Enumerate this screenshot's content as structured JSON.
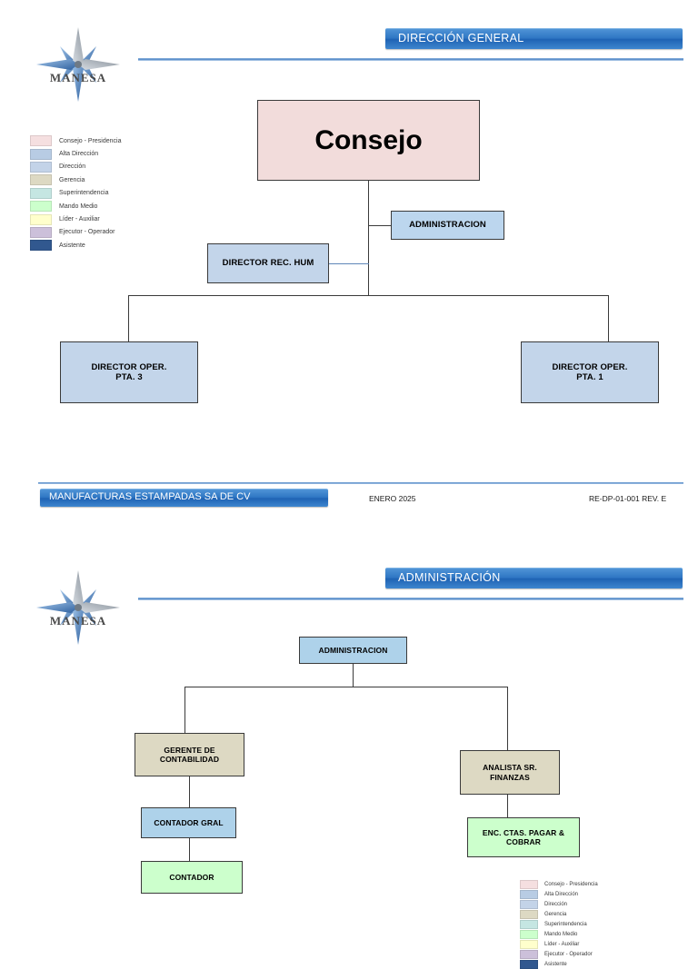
{
  "document": {
    "org": "MANESA",
    "logo_icon": "compass-star-icon"
  },
  "legend": {
    "items": [
      {
        "label": "Consejo - Presidencia",
        "color": "#f5dfe0"
      },
      {
        "label": "Alta Dirección",
        "color": "#b8cce4"
      },
      {
        "label": "Dirección",
        "color": "#c3d3e8"
      },
      {
        "label": "Gerencia",
        "color": "#ddd9c3"
      },
      {
        "label": "Superintendencia",
        "color": "#c5e6e2"
      },
      {
        "label": "Mando Medio",
        "color": "#ccffcc"
      },
      {
        "label": "Líder - Auxiliar",
        "color": "#ffffcc"
      },
      {
        "label": "Ejecutor - Operador",
        "color": "#ccc0da"
      },
      {
        "label": "Asistente",
        "color": "#31588f"
      }
    ]
  },
  "page1": {
    "title": "DIRECCIÓN GENERAL",
    "nodes": {
      "consejo": {
        "label": "Consejo",
        "color": "#f2dcdb"
      },
      "administracion": {
        "label": "ADMINISTRACION",
        "color": "#bcd6ee"
      },
      "rec_hum": {
        "label": "DIRECTOR REC. HUM",
        "color": "#c3d5ea"
      },
      "oper_pta3": {
        "line1": "DIRECTOR OPER.",
        "line2": "PTA. 3",
        "color": "#c3d5ea"
      },
      "oper_pta1": {
        "line1": "DIRECTOR OPER.",
        "line2": "PTA. 1",
        "color": "#c3d5ea"
      }
    },
    "footer": {
      "company": "MANUFACTURAS ESTAMPADAS SA DE CV",
      "date": "ENERO 2025",
      "doc_code": "RE-DP-01-001 REV. E"
    }
  },
  "page2": {
    "title": "ADMINISTRACIÓN",
    "nodes": {
      "administracion": {
        "label": "ADMINISTRACION",
        "color": "#aed2ea"
      },
      "gerente_cont": {
        "line1": "GERENTE DE",
        "line2": "CONTABILIDAD",
        "color": "#ddd9c3"
      },
      "analista_fin": {
        "line1": "ANALISTA SR.",
        "line2": "FINANZAS",
        "color": "#ddd9c3"
      },
      "contador_gral": {
        "label": "CONTADOR GRAL",
        "color": "#aed2ea"
      },
      "contador": {
        "label": "CONTADOR",
        "color": "#ccffcc"
      },
      "enc_ctas": {
        "line1": "ENC. CTAS. PAGAR &",
        "line2": "COBRAR",
        "color": "#ccffcc"
      }
    }
  }
}
